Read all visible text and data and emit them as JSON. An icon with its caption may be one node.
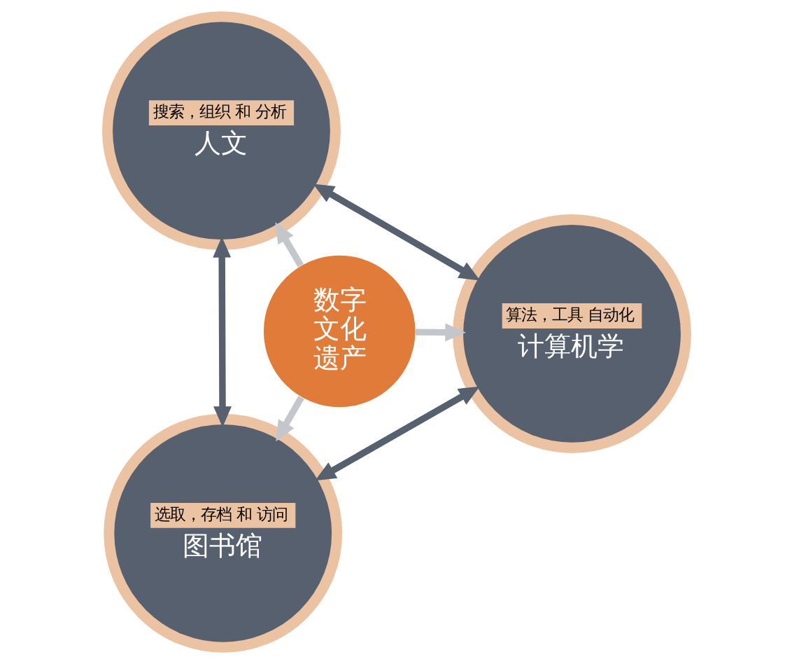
{
  "diagram": {
    "nodes": [
      {
        "text": [
          "数字文化遗产"
        ]
      },
      {
        "text": [
          "选取，存档 和 访问",
          "图书馆"
        ]
      },
      {
        "text": [
          "算法，工具 自动化",
          "计算机学"
        ]
      },
      {
        "text": [
          "搜索，组织 和 分析",
          "人文"
        ]
      }
    ],
    "edges": [
      {
        "from": 1,
        "to": 2,
        "arrow": "both"
      },
      {
        "from": 1,
        "to": 3,
        "arrow": "both"
      },
      {
        "from": 2,
        "to": 3,
        "arrow": "both"
      },
      {
        "from": 0,
        "to": 1,
        "arrow": "to",
        "color": "#c3c7cc"
      },
      {
        "from": 0,
        "to": 2,
        "arrow": "to",
        "color": "#c3c7cc"
      },
      {
        "from": 0,
        "to": 3,
        "arrow": "to",
        "color": "#c3c7cc"
      }
    ]
  }
}
